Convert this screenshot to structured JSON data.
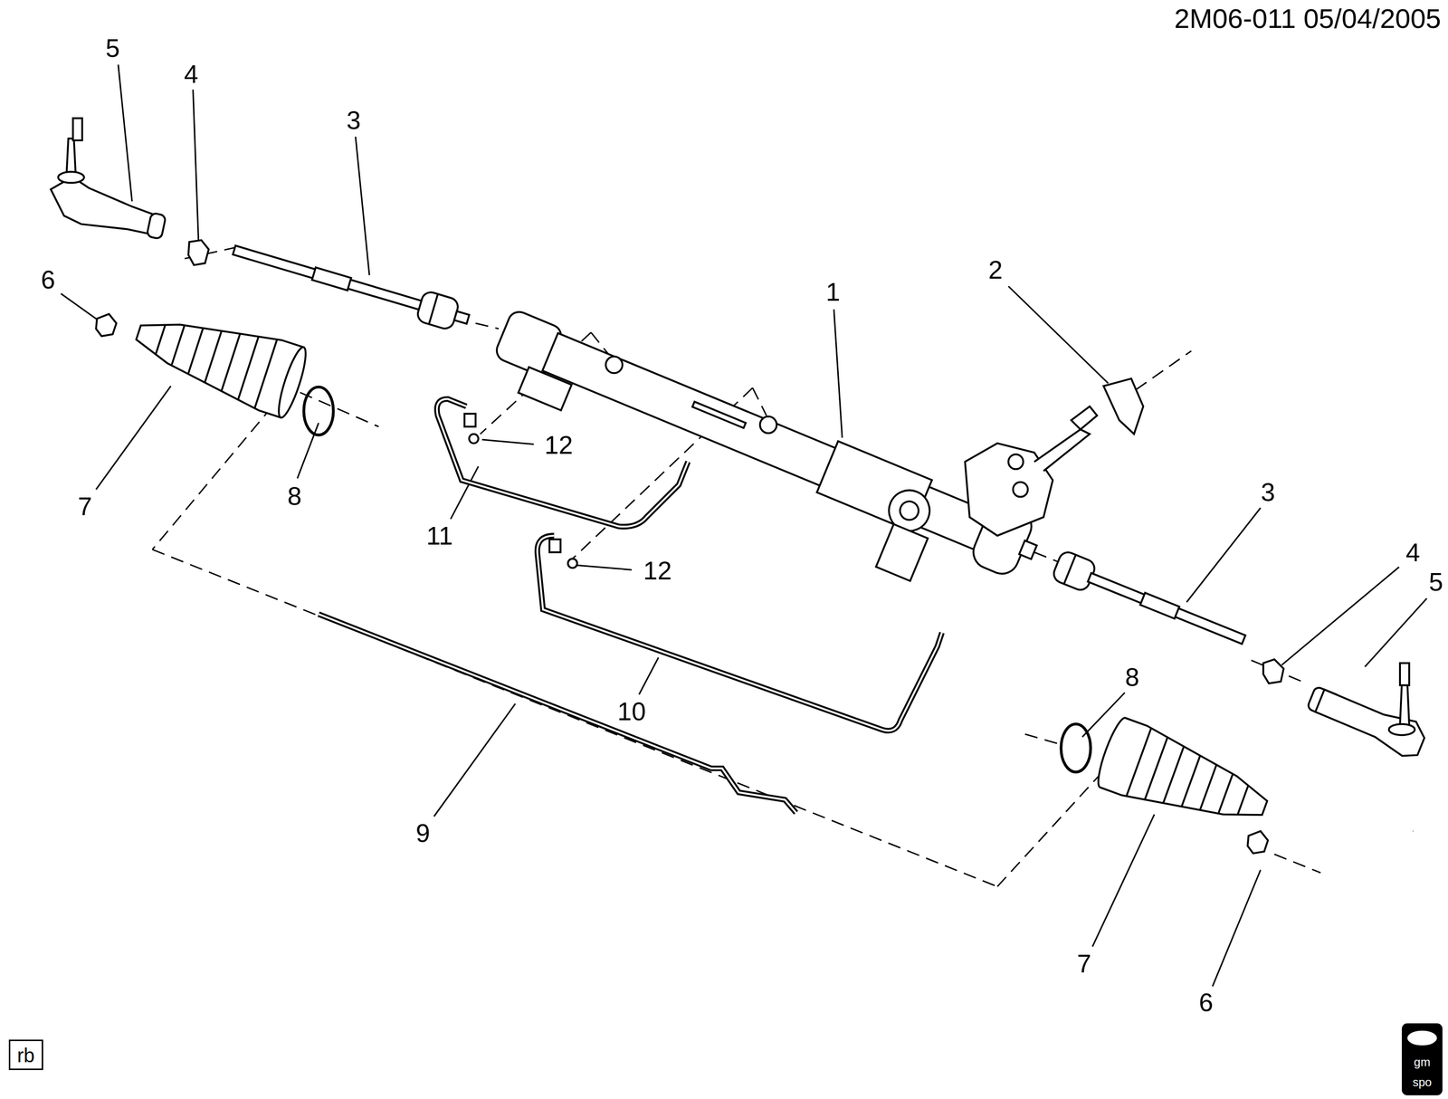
{
  "diagram": {
    "nodes": [
      {
        "text": [
          "rb"
        ]
      }
    ],
    "labels": [
      "2M06-011 05/04/2005",
      "5",
      "4",
      "3",
      "6",
      "7",
      "8",
      "1",
      "2",
      "12",
      "11",
      "12",
      "10",
      "9",
      "3",
      "4",
      "5",
      "8",
      "7",
      "6",
      "gm",
      "spo"
    ]
  }
}
